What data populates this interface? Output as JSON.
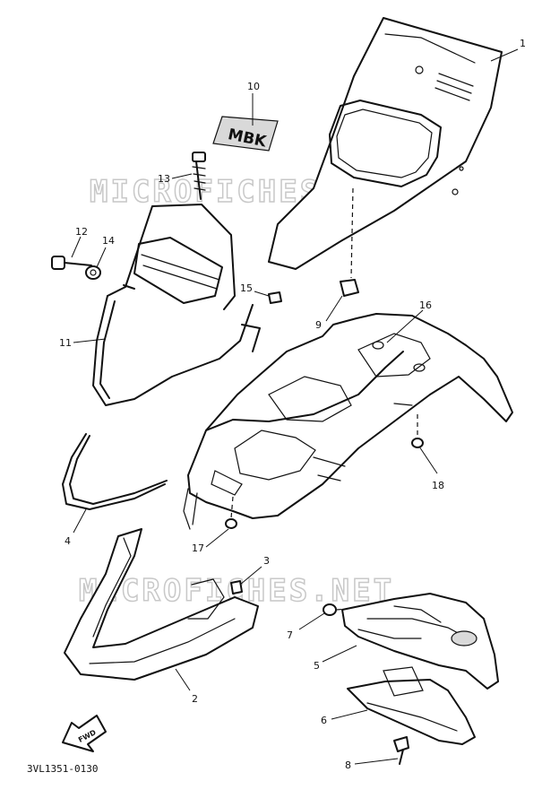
{
  "watermark_text": "MICROFICHES.NET",
  "diagram_code": "3VL1351-0130",
  "brand_label": "MBK",
  "fwd_label": "FWD",
  "callouts": [
    "1",
    "2",
    "3",
    "4",
    "5",
    "6",
    "7",
    "8",
    "9",
    "10",
    "11",
    "12",
    "13",
    "14",
    "15",
    "16",
    "17",
    "18"
  ]
}
